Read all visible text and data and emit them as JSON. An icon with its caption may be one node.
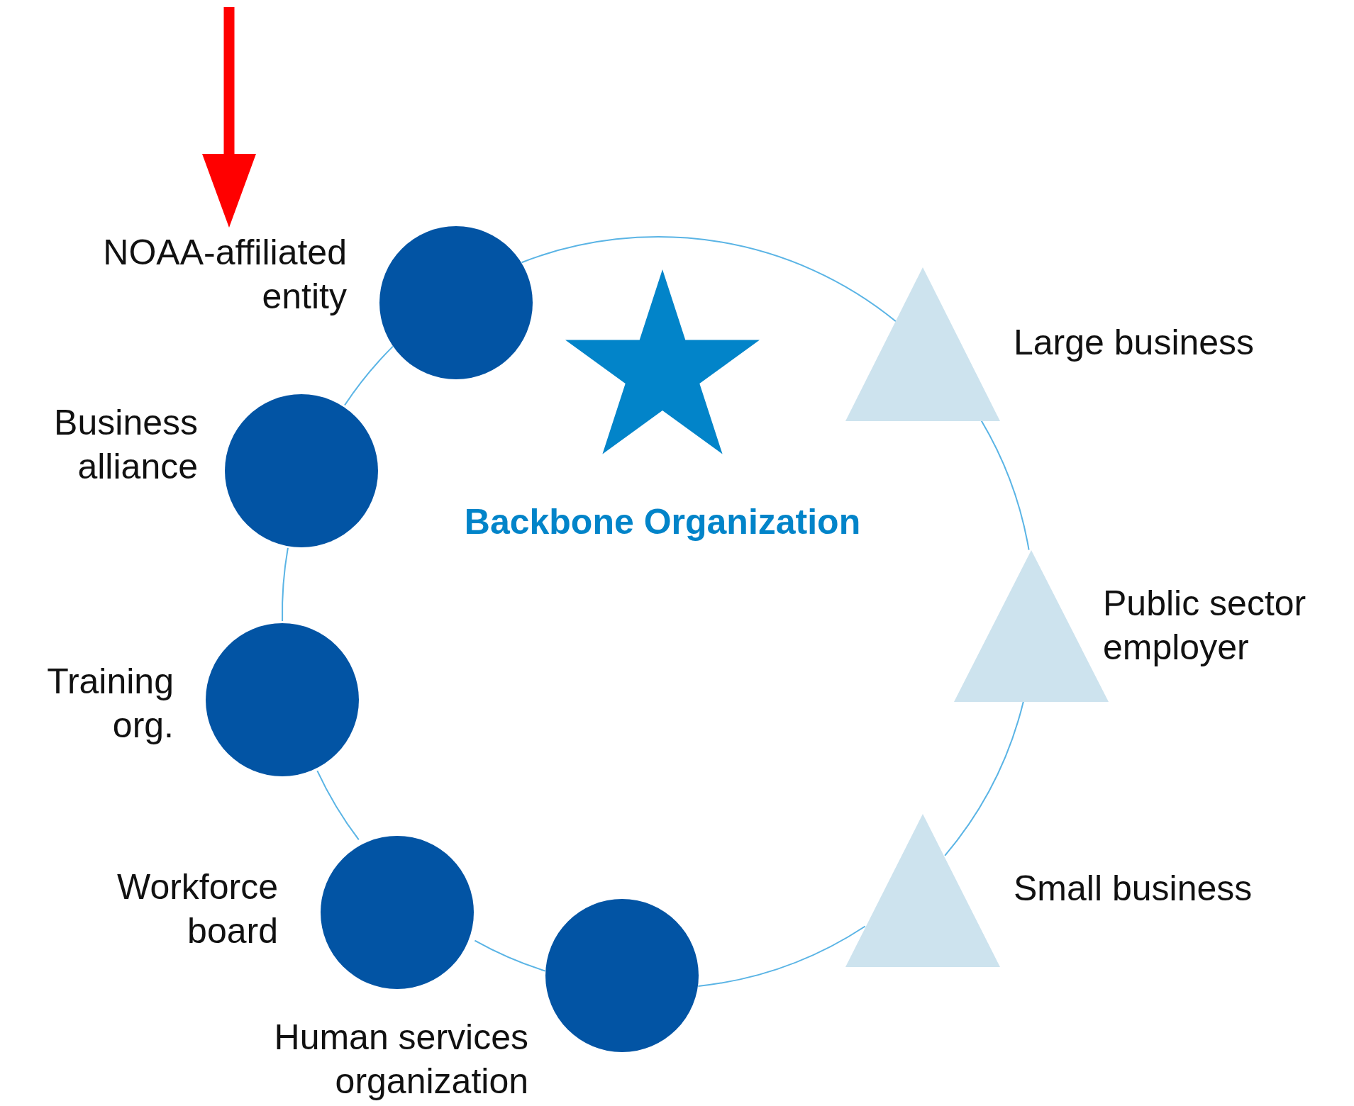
{
  "diagram": {
    "nodes": [
      {
        "text": [
          "NOAA-affiliated entity"
        ]
      },
      {
        "text": [
          "Large business"
        ]
      },
      {
        "text": [
          "Business alliance"
        ]
      },
      {
        "text": [
          "Backbone Organization"
        ]
      },
      {
        "text": [
          "Public sector employer"
        ]
      },
      {
        "text": [
          "Training org."
        ]
      },
      {
        "text": [
          "Workforce board"
        ]
      },
      {
        "text": [
          "Small business"
        ]
      },
      {
        "text": [
          "Human services organization"
        ]
      }
    ],
    "edges": [
      {
        "from": 0,
        "to": 2,
        "arrow": "none"
      },
      {
        "from": 2,
        "to": 5,
        "arrow": "none"
      },
      {
        "from": 5,
        "to": 6,
        "arrow": "none"
      },
      {
        "from": 6,
        "to": 8,
        "arrow": "none"
      },
      {
        "from": 8,
        "to": 7,
        "arrow": "none"
      },
      {
        "from": 7,
        "to": 4,
        "arrow": "none"
      },
      {
        "from": 4,
        "to": 1,
        "arrow": "none"
      },
      {
        "from": 1,
        "to": 0,
        "arrow": "none"
      },
      {
        "from": null,
        "to": 0,
        "arrow": "to",
        "style": "thick",
        "color": "#ff0000"
      }
    ]
  }
}
